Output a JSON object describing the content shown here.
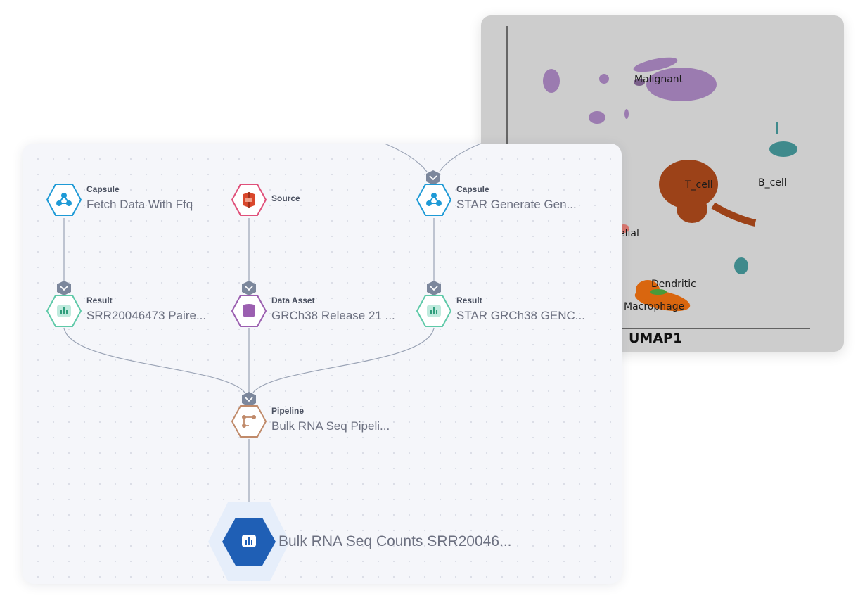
{
  "umap": {
    "x_axis_label": "UMAP1",
    "clusters": [
      {
        "label": "Malignant"
      },
      {
        "label": "T_cell"
      },
      {
        "label": "B_cell"
      },
      {
        "label": "elial"
      },
      {
        "label": "Dendritic"
      },
      {
        "label": "Macrophage"
      }
    ],
    "colors": {
      "malignant": "#9b7bb0",
      "t_cell": "#9c4218",
      "b_cell": "#3f8a8c",
      "macrophage": "#d9660f",
      "dendritic": "#4a9a3a",
      "epithelial": "#d9776f"
    }
  },
  "pipeline": {
    "nodes": [
      {
        "id": "fetch",
        "kind": "Capsule",
        "title": "Fetch Data With Ffq",
        "icon": "capsule-icon",
        "color": "#1e9ad6"
      },
      {
        "id": "source",
        "kind": "Source",
        "title": "",
        "icon": "aws-s3-icon",
        "color": "#e0507a"
      },
      {
        "id": "star-gen",
        "kind": "Capsule",
        "title": "STAR Generate Gen...",
        "icon": "capsule-icon",
        "color": "#1e9ad6"
      },
      {
        "id": "result1",
        "kind": "Result",
        "title": "SRR20046473 Paire...",
        "icon": "result-icon",
        "color": "#5ec9a8"
      },
      {
        "id": "asset",
        "kind": "Data Asset",
        "title": "GRCh38 Release 21 ...",
        "icon": "database-icon",
        "color": "#9b5fb0"
      },
      {
        "id": "result2",
        "kind": "Result",
        "title": "STAR GRCh38 GENC...",
        "icon": "result-icon",
        "color": "#5ec9a8"
      },
      {
        "id": "pipeline",
        "kind": "Pipeline",
        "title": "Bulk RNA Seq Pipeli...",
        "icon": "pipeline-icon",
        "color": "#c08a6a"
      }
    ],
    "output": {
      "title": "Bulk RNA Seq Counts SRR20046...",
      "icon": "result-icon",
      "color": "#1f5fb5"
    }
  }
}
